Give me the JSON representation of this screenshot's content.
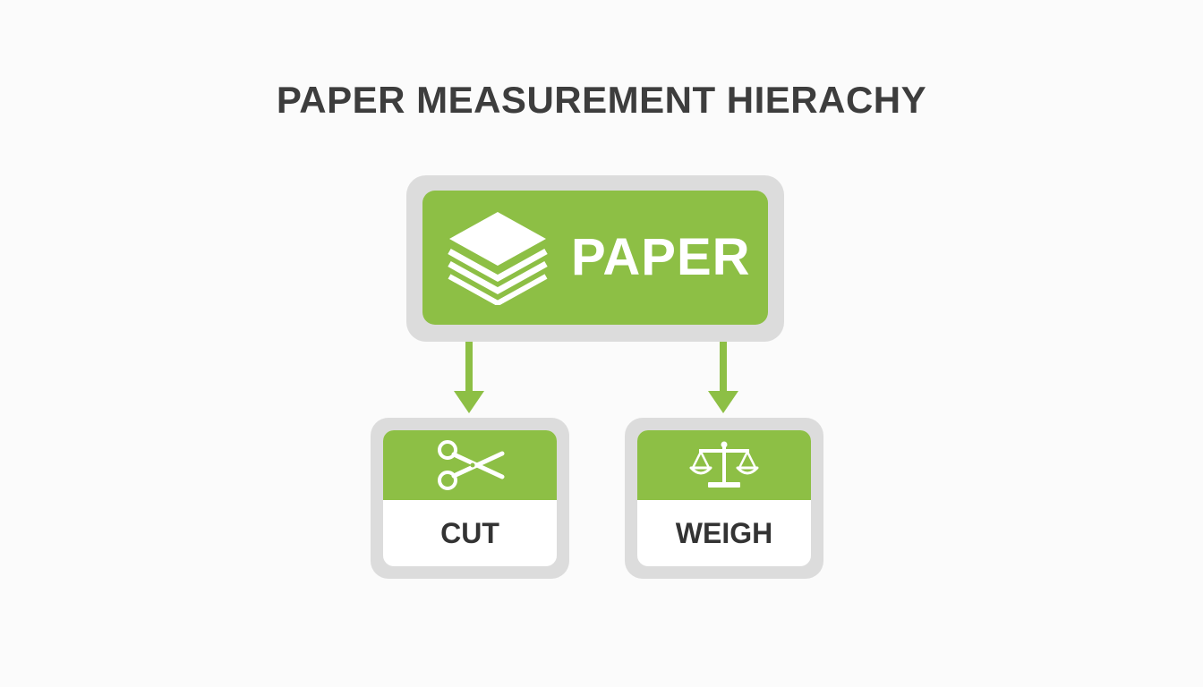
{
  "title": "PAPER MEASUREMENT HIERACHY",
  "colors": {
    "accent_green": "#8dbf45",
    "frame_gray": "#dcdcdc",
    "text_dark": "#3d3d3d",
    "background": "#fbfbfb"
  },
  "root": {
    "label": "PAPER",
    "icon": "paper-stack-icon"
  },
  "children": [
    {
      "label": "CUT",
      "icon": "scissors-icon"
    },
    {
      "label": "WEIGH",
      "icon": "balance-scale-icon"
    }
  ]
}
